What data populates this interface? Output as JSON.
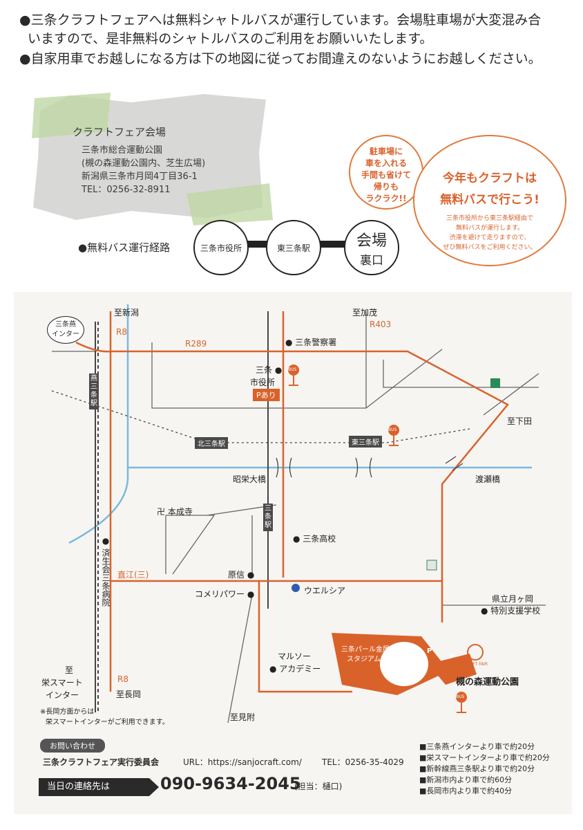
{
  "intro": {
    "line1": "●三条クラフトフェアへは無料シャトルバスが運行しています。会場駐車場が大変混み合",
    "line2": "いますので、是非無料のシャトルバスのご利用をお願いいたします。",
    "line3": "●自家用車でお越しになる方は下の地図に従ってお間違えのないようにお越しください。"
  },
  "venue": {
    "title": "クラフトフェア会場",
    "line1": "三条市総合運動公園",
    "line2": "(槻の森運動公園内、芝生広場)",
    "line3": "新潟県三条市月岡4丁目36-1",
    "line4": "TEL：0256-32-8911"
  },
  "bus_route": {
    "label": "●無料バス運行経路",
    "stops": [
      "三条市役所",
      "東三条駅"
    ],
    "final_stop_line1": "会場",
    "final_stop_line2": "裏口"
  },
  "bubble_small": {
    "line1": "駐車場に",
    "line2": "車を入れる",
    "line3": "手間も省けて",
    "line4": "帰りも",
    "line5": "ラクラク!!"
  },
  "bubble_big": {
    "headline1": "今年もクラフトは",
    "headline2": "無料バスで行こう!",
    "body1": "三条市役所から東三条駅経由で",
    "body2": "無料バスが運行します。",
    "body3": "渋滞を避けて走りますので、",
    "body4": "ぜひ無料バスをご利用ください。"
  },
  "map": {
    "ic_sanjo_tsubame": "三条燕\nインター",
    "to_niigata": "至新潟",
    "r8_top": "R8",
    "r289": "R289",
    "to_kamo": "至加茂",
    "r403": "R403",
    "police": "● 三条警察署",
    "city_hall_1": "三条 ●",
    "city_hall_2": "市役所",
    "parking_tag": "Pあり",
    "tsubame_sanjo_station": "燕三条駅",
    "kita_sanjo_station": "北三条駅",
    "higashi_sanjo_station": "東三条駅",
    "to_shimoda": "至下田",
    "showa_bridge": "昭栄大橋",
    "watarase_bridge": "渡瀬橋",
    "honjoji": "卍 本成寺",
    "sanjo_station": "三条駅",
    "sanjo_high": "● 三条高校",
    "saiseikai": "● 済生会三条病院",
    "naoe": "直江(三)",
    "harashin": "原信 ●",
    "komeri": "コメリパワー ●",
    "welcia": "ウエルシア",
    "special_school_1": "県立月ヶ岡",
    "special_school_2": "● 特別支援学校",
    "stadium_1": "三条パール金属",
    "stadium_2": "スタジアム",
    "marusoo_1": "マルソー",
    "marusoo_2": "● アカデミー",
    "park": "槻の森運動公園",
    "sakae_1": "至",
    "sakae_2": "栄スマート",
    "sakae_3": "インター",
    "r8_bottom": "R8",
    "to_nagaoka": "至長岡",
    "to_mitsuke": "至見附",
    "note1": "※長岡方面からは",
    "note2": "栄スマートインターがご利用できます。",
    "bus": "BUS",
    "p": "P",
    "craft_fair": "CRAFT FAIR"
  },
  "contact": {
    "header": "お問い合わせ",
    "org": "三条クラフトフェア実行委員会",
    "url": "URL：https://sanjocraft.com/",
    "tel": "TEL：0256-35-4029",
    "day_label": "当日の連絡先は",
    "day_phone": "090-9634-2045",
    "day_person": "(担当：樋口)"
  },
  "access": [
    "■三条燕インターより車で約20分",
    "■栄スマートインターより車で約20分",
    "■新幹線燕三条駅より車で約20分",
    "■新潟市内より車で約60分",
    "■長岡市内より車で約40分"
  ],
  "colors": {
    "route": "#d9622b",
    "river": "#7ab8dc",
    "road": "#666666",
    "tag": "#4a4a4a"
  }
}
